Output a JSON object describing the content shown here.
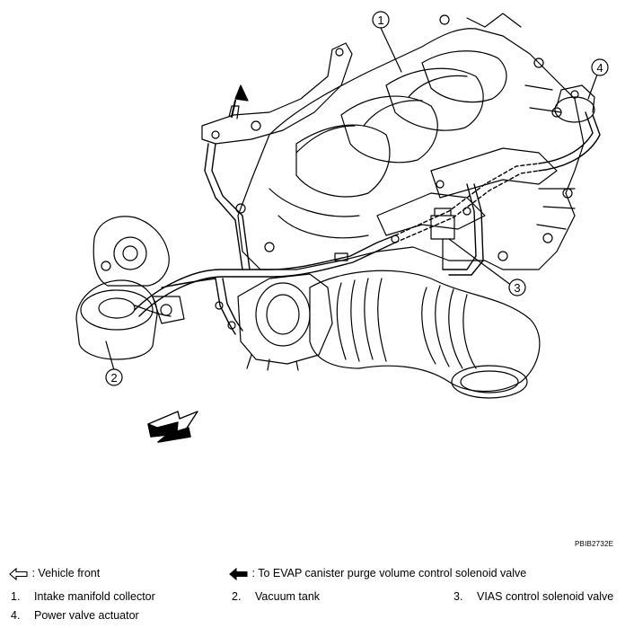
{
  "figure": {
    "code": "PBIB2732E",
    "callouts": [
      "1",
      "2",
      "3",
      "4"
    ]
  },
  "legend": {
    "vehicle_front": ": Vehicle front",
    "evap": ": To EVAP canister purge volume control solenoid valve"
  },
  "parts": [
    {
      "num": "1.",
      "label": "Intake manifold collector"
    },
    {
      "num": "2.",
      "label": "Vacuum tank"
    },
    {
      "num": "3.",
      "label": "VIAS control solenoid valve"
    },
    {
      "num": "4.",
      "label": "Power valve actuator"
    }
  ],
  "icons": {
    "vehicle_front": "hollow-left-arrow-icon",
    "evap": "solid-left-arrow-icon",
    "flow_up": "solid-up-arrow-icon",
    "front_direction": "3d-direction-arrow-icon"
  },
  "colors": {
    "line": "#000000",
    "background": "#ffffff"
  }
}
